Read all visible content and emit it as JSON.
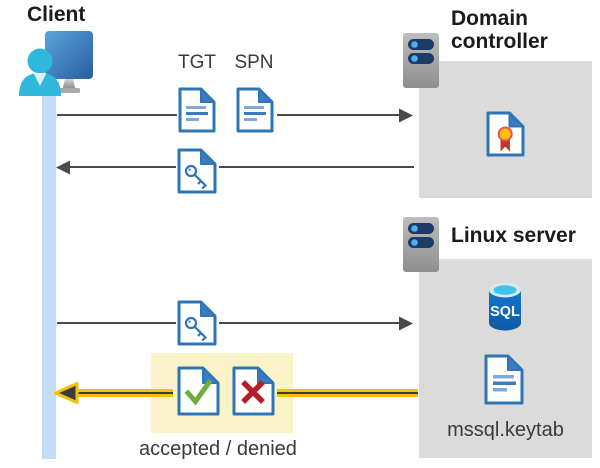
{
  "diagram": {
    "client": {
      "label": "Client"
    },
    "domain_controller": {
      "label": "Domain controller"
    },
    "linux_server": {
      "label": "Linux server",
      "sql_badge": "SQL",
      "keytab_label": "mssql.keytab"
    },
    "flows": {
      "request_labels": {
        "tgt": "TGT",
        "spn": "SPN"
      },
      "response_label": "accepted / denied"
    },
    "colors": {
      "doc_blue": "#2E75B6",
      "fold_blue": "#3B7CC0",
      "accent_yellow": "#F3C300",
      "highlight_cream": "#FAF3C8",
      "lifeline_blue": "#C3DCF5",
      "box_gray": "#DBDBDB",
      "check_green": "#6CAE3E",
      "cross_red": "#B52025",
      "arrow_gray": "#4A4A4A",
      "person_cyan": "#2FB7DC",
      "sql_cyan": "#3EC6E8"
    }
  }
}
